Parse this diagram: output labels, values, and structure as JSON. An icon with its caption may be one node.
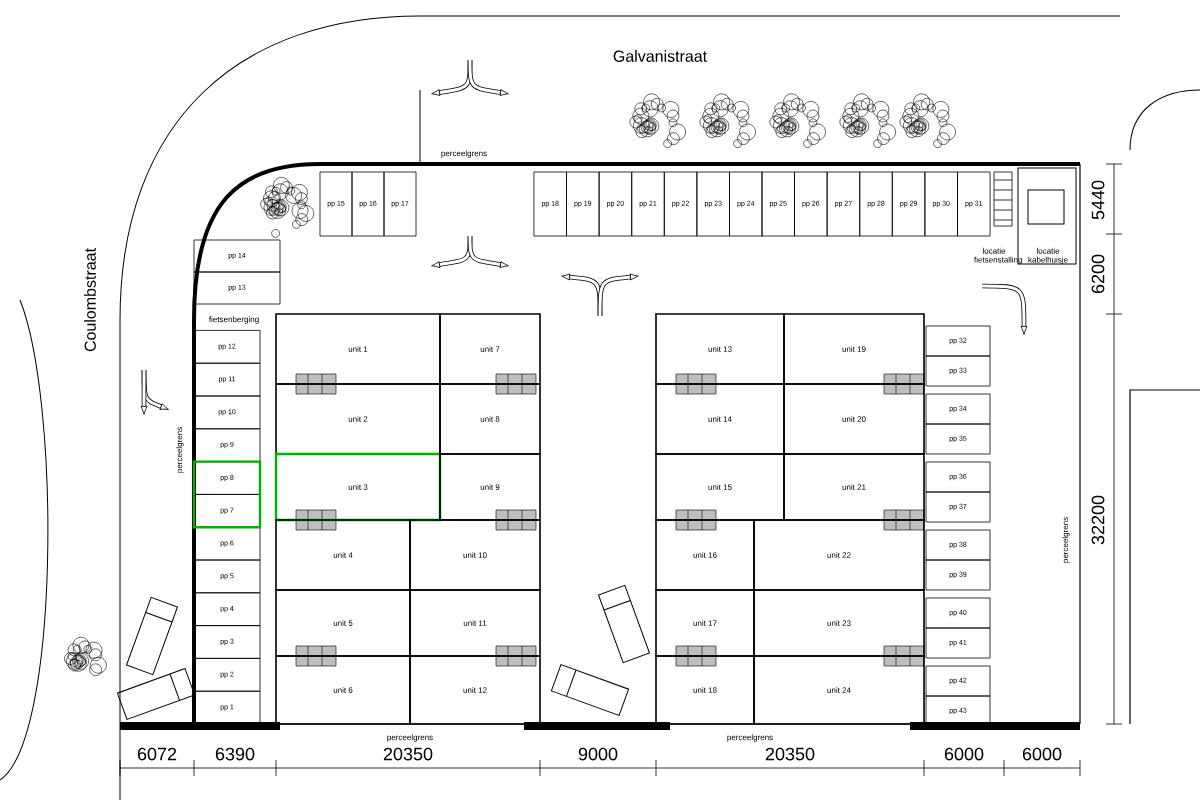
{
  "diagram": {
    "nodes": [
      {
        "text": [
          "unit 1"
        ]
      },
      {
        "text": [
          "unit 2"
        ]
      },
      {
        "text": [
          "unit 3"
        ]
      },
      {
        "text": [
          "unit 4"
        ]
      },
      {
        "text": [
          "unit 5"
        ]
      },
      {
        "text": [
          "unit 6"
        ]
      },
      {
        "text": [
          "unit 7"
        ]
      },
      {
        "text": [
          "unit 8"
        ]
      },
      {
        "text": [
          "unit 9"
        ]
      },
      {
        "text": [
          "unit 10"
        ]
      },
      {
        "text": [
          "unit 11"
        ]
      },
      {
        "text": [
          "unit 12"
        ]
      },
      {
        "text": [
          "unit 13"
        ]
      },
      {
        "text": [
          "unit 14"
        ]
      },
      {
        "text": [
          "unit 15"
        ]
      },
      {
        "text": [
          "unit 16"
        ]
      },
      {
        "text": [
          "unit 17"
        ]
      },
      {
        "text": [
          "unit 18"
        ]
      },
      {
        "text": [
          "unit 19"
        ]
      },
      {
        "text": [
          "unit 20"
        ]
      },
      {
        "text": [
          "unit 21"
        ]
      },
      {
        "text": [
          "unit 22"
        ]
      },
      {
        "text": [
          "unit 23"
        ]
      },
      {
        "text": [
          "unit 24"
        ]
      },
      {
        "text": [
          "pp 1"
        ]
      },
      {
        "text": [
          "pp 2"
        ]
      },
      {
        "text": [
          "pp 3"
        ]
      },
      {
        "text": [
          "pp 4"
        ]
      },
      {
        "text": [
          "pp 5"
        ]
      },
      {
        "text": [
          "pp 6"
        ]
      },
      {
        "text": [
          "pp 7"
        ]
      },
      {
        "text": [
          "pp 8"
        ]
      },
      {
        "text": [
          "pp 9"
        ]
      },
      {
        "text": [
          "pp 10"
        ]
      },
      {
        "text": [
          "pp 11"
        ]
      },
      {
        "text": [
          "pp 12"
        ]
      },
      {
        "text": [
          "pp 13"
        ]
      },
      {
        "text": [
          "pp 14"
        ]
      },
      {
        "text": [
          "pp 15"
        ]
      },
      {
        "text": [
          "pp 16"
        ]
      },
      {
        "text": [
          "pp 17"
        ]
      },
      {
        "text": [
          "pp 18"
        ]
      },
      {
        "text": [
          "pp 19"
        ]
      },
      {
        "text": [
          "pp 20"
        ]
      },
      {
        "text": [
          "pp 21"
        ]
      },
      {
        "text": [
          "pp 22"
        ]
      },
      {
        "text": [
          "pp 23"
        ]
      },
      {
        "text": [
          "pp 24"
        ]
      },
      {
        "text": [
          "pp 25"
        ]
      },
      {
        "text": [
          "pp 26"
        ]
      },
      {
        "text": [
          "pp 27"
        ]
      },
      {
        "text": [
          "pp 28"
        ]
      },
      {
        "text": [
          "pp 29"
        ]
      },
      {
        "text": [
          "pp 30"
        ]
      },
      {
        "text": [
          "pp 31"
        ]
      },
      {
        "text": [
          "pp 32"
        ]
      },
      {
        "text": [
          "pp 33"
        ]
      },
      {
        "text": [
          "pp 34"
        ]
      },
      {
        "text": [
          "pp 35"
        ]
      },
      {
        "text": [
          "pp 36"
        ]
      },
      {
        "text": [
          "pp 37"
        ]
      },
      {
        "text": [
          "pp 38"
        ]
      },
      {
        "text": [
          "pp 39"
        ]
      },
      {
        "text": [
          "pp 40"
        ]
      },
      {
        "text": [
          "pp 41"
        ]
      },
      {
        "text": [
          "pp 42"
        ]
      },
      {
        "text": [
          "pp 43"
        ]
      }
    ],
    "labels": [
      "Galvanistraat",
      "perceelgrens",
      "Coulombstraat",
      "fietsenberging",
      "locatie fietsenstalling",
      "locatie kabelhuisje",
      "5440",
      "6200",
      "perceelgrens",
      "perceelgrens",
      "32200",
      "perceelgrens",
      "perceelgrens",
      "6072",
      "6390",
      "20350",
      "9000",
      "20350",
      "6000",
      "6000"
    ]
  }
}
